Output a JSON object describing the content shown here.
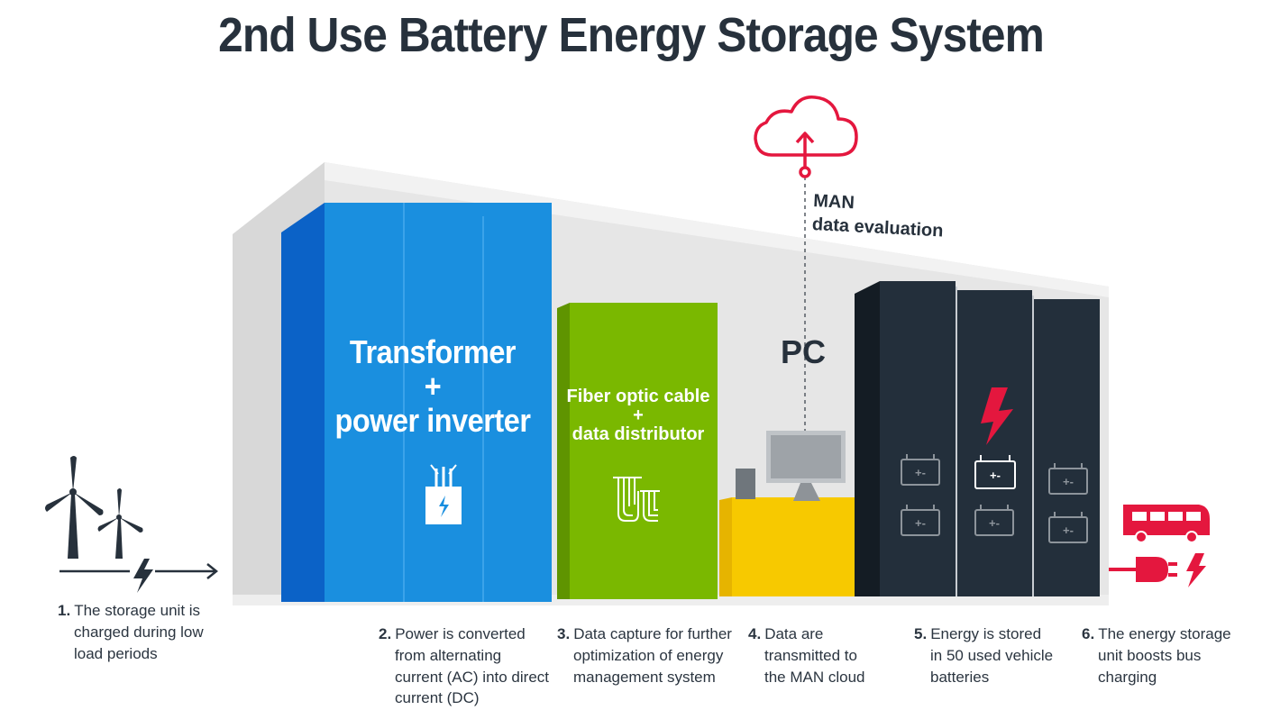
{
  "title": "2nd Use Battery Energy Storage System",
  "labels": {
    "transformer_line1": "Transformer",
    "transformer_plus": "+",
    "transformer_line2": "power inverter",
    "fiber_line1": "Fiber optic cable",
    "fiber_plus": "+",
    "fiber_line2": "data distributor",
    "pc": "PC",
    "man_line1": "MAN",
    "man_line2": "data evaluation"
  },
  "steps": [
    {
      "num": "1.",
      "lines": [
        "The storage unit is",
        "charged during low",
        "load periods"
      ]
    },
    {
      "num": "2.",
      "lines": [
        "Power is converted",
        "from alternating",
        "current (AC) into direct",
        "current (DC)"
      ]
    },
    {
      "num": "3.",
      "lines": [
        "Data capture for further",
        "optimization of energy",
        "management system"
      ]
    },
    {
      "num": "4.",
      "lines": [
        "Data are",
        "transmitted to",
        "the MAN cloud"
      ]
    },
    {
      "num": "5.",
      "lines": [
        "Energy is stored",
        "in 50 used vehicle",
        "batteries"
      ]
    },
    {
      "num": "6.",
      "lines": [
        "The energy storage",
        "unit boosts bus",
        "charging"
      ]
    }
  ],
  "battery_symbol": "+-",
  "icons": [
    "wind-turbine-icon",
    "lightning-icon",
    "arrow-right-icon",
    "transformer-icon",
    "fiber-cable-icon",
    "cloud-upload-icon",
    "monitor-icon",
    "battery-icon",
    "bus-icon",
    "plug-icon"
  ],
  "colors": {
    "title": "#27313c",
    "blue": "#1a8fdf",
    "blue_dark": "#0b62c7",
    "green": "#7ab800",
    "yellow": "#f7c900",
    "navy": "#232f3b",
    "accent_red": "#e4173e",
    "container_grey": "#e4e4e4"
  }
}
